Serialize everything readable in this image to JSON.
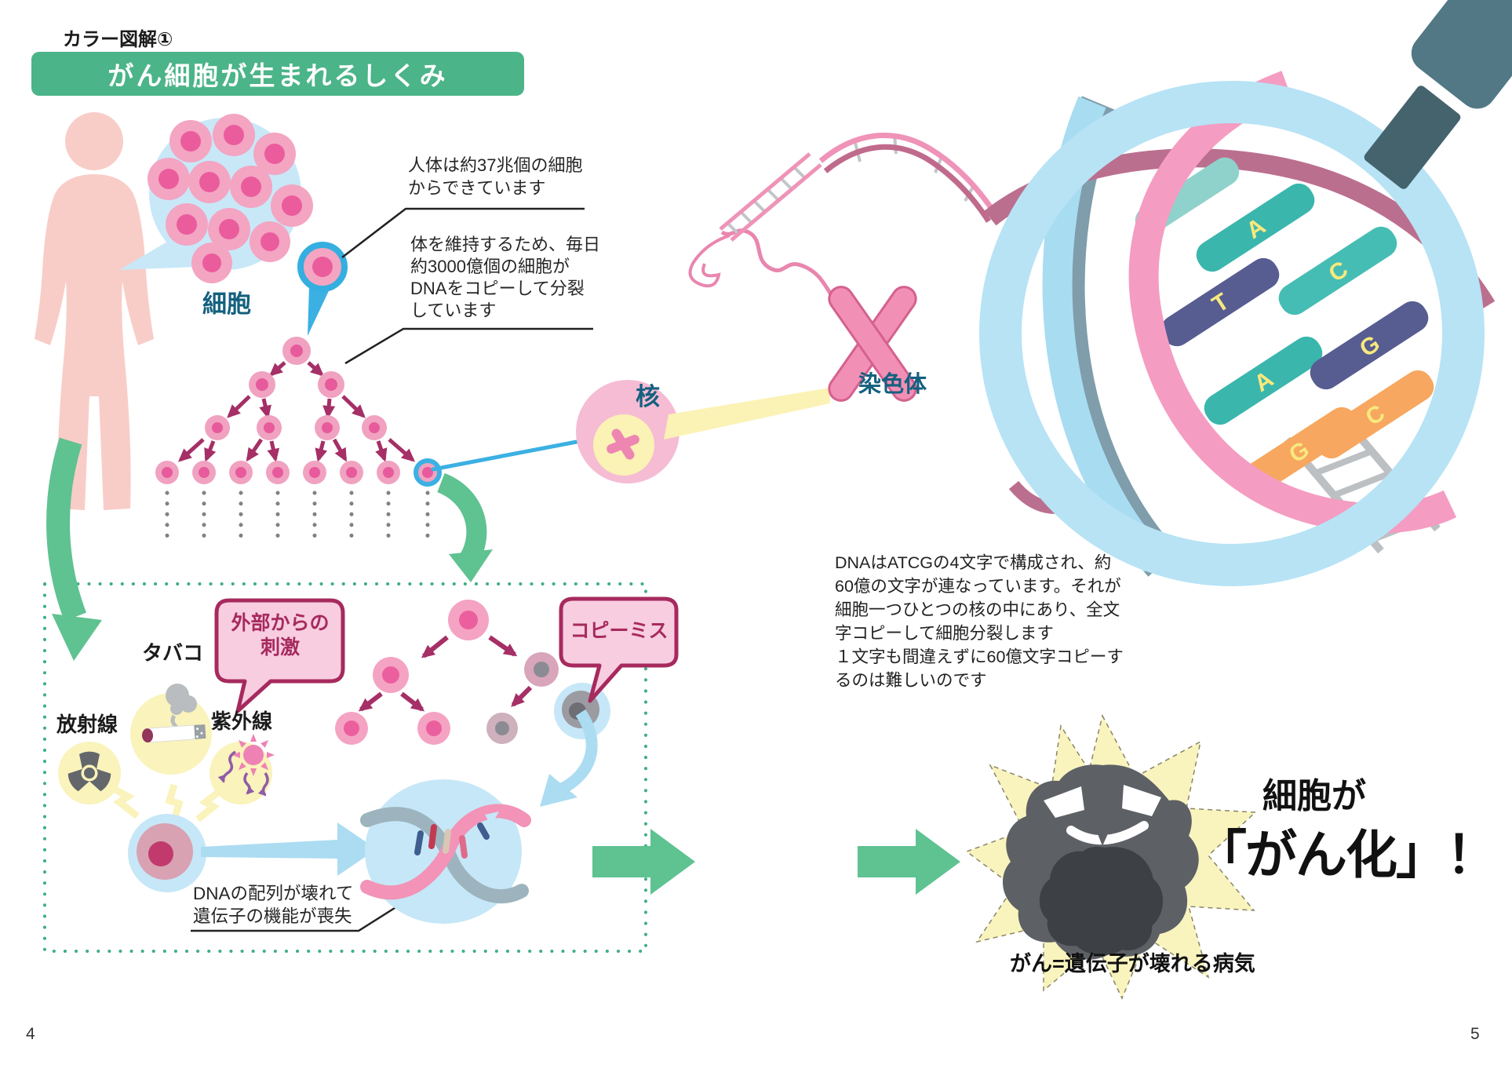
{
  "page": {
    "tag": "カラー図解①",
    "title": "がん細胞が生まれるしくみ",
    "left_number": "4",
    "right_number": "5"
  },
  "colors": {
    "banner_green": "#4bb488",
    "arrow_green": "#5fc291",
    "label_blue": "#14607f",
    "bubble_pink": "#f8cde0",
    "bubble_border": "#a62a5e",
    "dotted_border": "#3fae85",
    "highlight_blue": "#3bb0e3",
    "cell_pink": "#f3a5c2",
    "nucleus_pink": "#eb5c9d"
  },
  "diagram": {
    "cell_label": "細胞",
    "nucleus_label": "核",
    "chromosome_label": "染色体",
    "note_body_cells": "人体は約37兆個の細胞\nからできています",
    "note_division": "体を維持するため、毎日\n約3000億個の細胞が\nDNAをコピーして分裂\nしています",
    "dna_paragraph": "DNAはATCGの4文字で構成され、約\n60億の文字が連なっています。それが\n細胞一つひとつの核の中にあり、全文\n字コピーして細胞分裂します\n１文字も間違えずに60億文字コピーす\nるのは難しいのです",
    "stimuli_bubble": "外部からの\n刺激",
    "tobacco_label": "タバコ",
    "radiation_label": "放射線",
    "uv_label": "紫外線",
    "copy_miss_bubble": "コピーミス",
    "dna_broken_note": "DNAの配列が壊れて\n遺伝子の機能が喪失",
    "cancer_lead": "細胞が",
    "cancer_title": "「がん化」！",
    "cancer_caption": "がん=遺伝子が壊れる病気",
    "dna_bases": [
      "A",
      "T",
      "A",
      "C",
      "G",
      "G",
      "C"
    ]
  }
}
